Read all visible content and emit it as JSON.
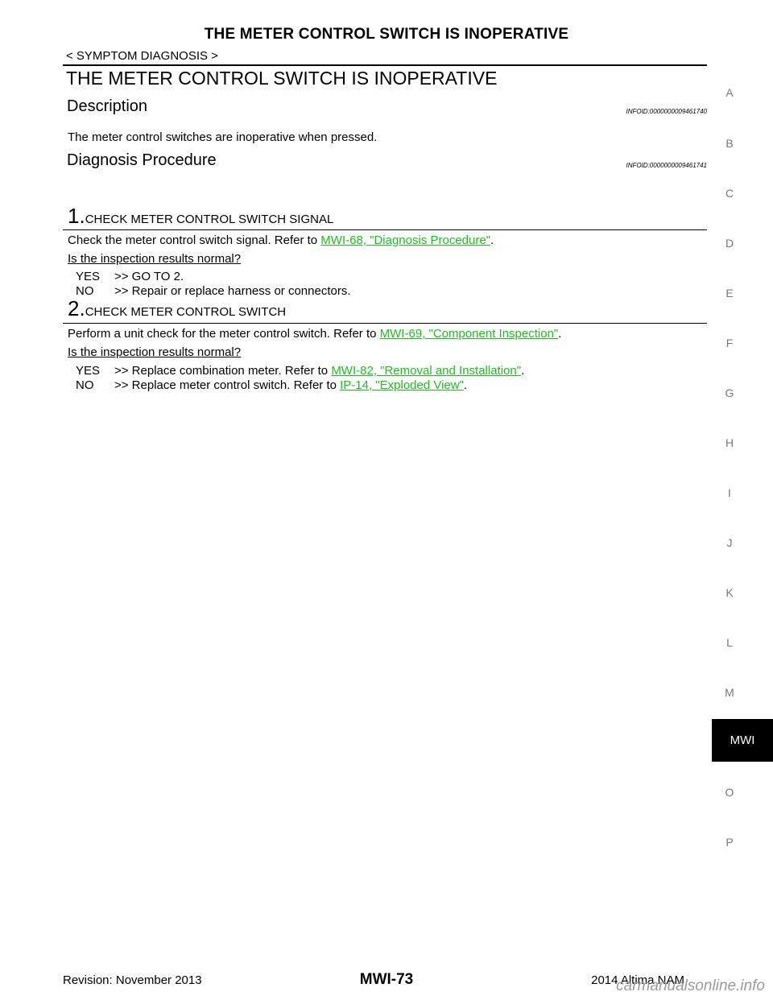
{
  "header": {
    "title": "THE METER CONTROL SWITCH IS INOPERATIVE",
    "breadcrumb": "< SYMPTOM DIAGNOSIS >"
  },
  "section": {
    "title": "THE METER CONTROL SWITCH IS INOPERATIVE"
  },
  "description": {
    "heading": "Description",
    "infoid": "INFOID:0000000009461740",
    "text": "The meter control switches are inoperative when pressed."
  },
  "procedure": {
    "heading": "Diagnosis Procedure",
    "infoid": "INFOID:0000000009461741",
    "steps": [
      {
        "number": "1.",
        "title": "CHECK METER CONTROL SWITCH SIGNAL",
        "instruction_prefix": "Check the meter control switch signal. Refer to ",
        "instruction_link": "MWI-68, \"Diagnosis Procedure\"",
        "instruction_suffix": ".",
        "question": "Is the inspection results normal?",
        "answers": [
          {
            "key": "YES",
            "text": ">> GO TO 2.",
            "link": "",
            "suffix": ""
          },
          {
            "key": "NO",
            "text": ">> Repair or replace harness or connectors.",
            "link": "",
            "suffix": ""
          }
        ]
      },
      {
        "number": "2.",
        "title": "CHECK METER CONTROL SWITCH",
        "instruction_prefix": "Perform a unit check for the meter control switch. Refer to ",
        "instruction_link": "MWI-69, \"Component Inspection\"",
        "instruction_suffix": ".",
        "question": "Is the inspection results normal?",
        "answers": [
          {
            "key": "YES",
            "text": ">> Replace combination meter. Refer to ",
            "link": "MWI-82, \"Removal and Installation\"",
            "suffix": "."
          },
          {
            "key": "NO",
            "text": ">> Replace meter control switch. Refer to ",
            "link": "IP-14, \"Exploded View\"",
            "suffix": "."
          }
        ]
      }
    ]
  },
  "side_index": {
    "letters": [
      "A",
      "B",
      "C",
      "D",
      "E",
      "F",
      "G",
      "H",
      "I",
      "J",
      "K",
      "L",
      "M",
      "O",
      "P"
    ],
    "active_tab": "MWI",
    "active_tab_color": "#000000"
  },
  "footer": {
    "revision": "Revision: November 2013",
    "page": "MWI-73",
    "model": "2014 Altima NAM",
    "watermark": "carmanualsonline.info"
  },
  "colors": {
    "link": "#22bb22",
    "text": "#000000",
    "side_letters": "#777777",
    "watermark": "#9a9a9a"
  }
}
